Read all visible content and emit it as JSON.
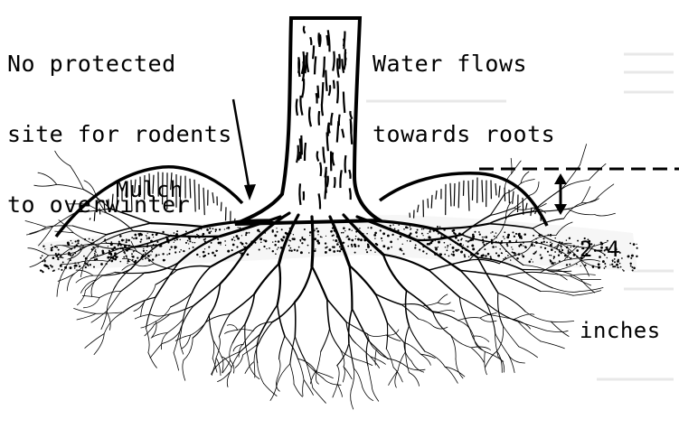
{
  "labels": {
    "rodents": [
      "No protected",
      "site for rodents",
      "to overwinter"
    ],
    "water": [
      "Water flows",
      "towards roots"
    ],
    "mulch": "Mulch",
    "depth": [
      "2-4",
      "inches"
    ]
  },
  "colors": {
    "ink": "#000000",
    "paper": "#ffffff"
  }
}
